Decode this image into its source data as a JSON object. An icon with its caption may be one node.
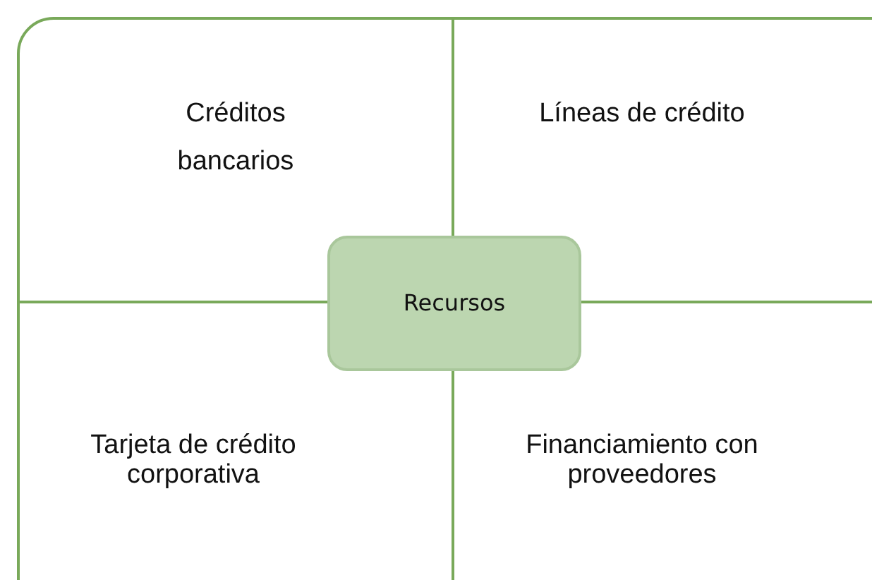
{
  "diagram": {
    "nodes": [
      {
        "text": [
          "Créditos bancarios"
        ]
      },
      {
        "text": [
          "Líneas de crédito"
        ]
      },
      {
        "text": [
          "Tarjeta de crédito corporativa"
        ]
      },
      {
        "text": [
          "Financiamiento con proveedores"
        ]
      },
      {
        "text": [
          "Recursos"
        ]
      }
    ]
  }
}
